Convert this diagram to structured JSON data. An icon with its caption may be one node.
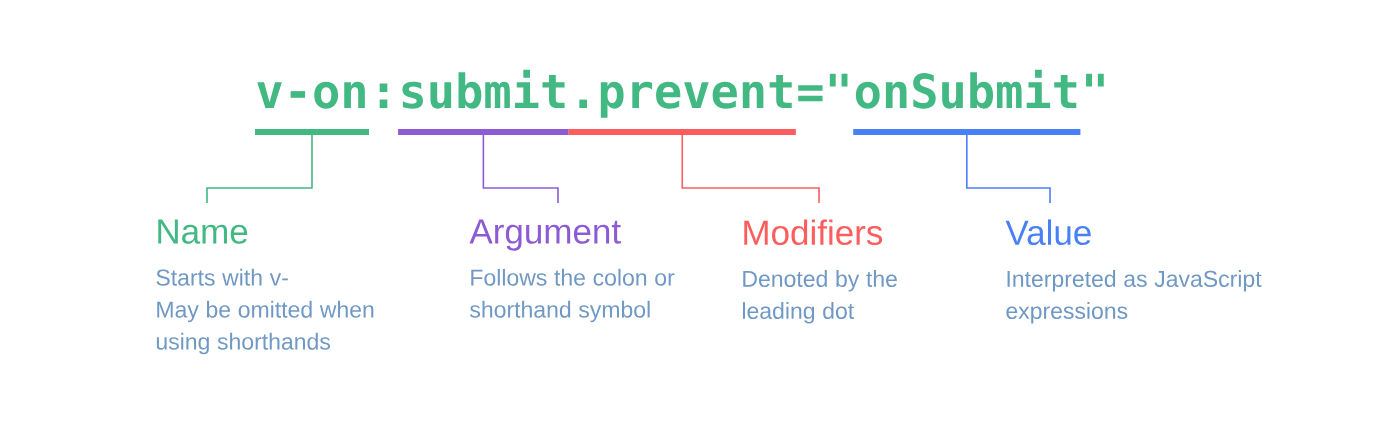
{
  "diagram": {
    "nodes": [
      {
        "text": [
          "v-on"
        ]
      },
      {
        "text": [
          "submit"
        ]
      },
      {
        "text": [
          ".prevent"
        ]
      },
      {
        "text": [
          "onSubmit"
        ]
      },
      {
        "text": [
          "Name",
          "Starts with v-",
          "May be omitted when using shorthands"
        ]
      },
      {
        "text": [
          "Argument",
          "Follows the colon or shorthand symbol"
        ]
      },
      {
        "text": [
          "Modifiers",
          "Denoted by the leading dot"
        ]
      },
      {
        "text": [
          "Value",
          "Interpreted as JavaScript expressions"
        ]
      }
    ],
    "edges": [
      {
        "from": 0,
        "to": 4,
        "arrow": "none",
        "color": "#42b883"
      },
      {
        "from": 1,
        "to": 5,
        "arrow": "none",
        "color": "#8e5bd6"
      },
      {
        "from": 2,
        "to": 6,
        "arrow": "none",
        "color": "#fd5d5d"
      },
      {
        "from": 3,
        "to": 7,
        "arrow": "none",
        "color": "#4a80f5"
      }
    ],
    "labels": [
      ":",
      "=\"",
      "\""
    ]
  }
}
